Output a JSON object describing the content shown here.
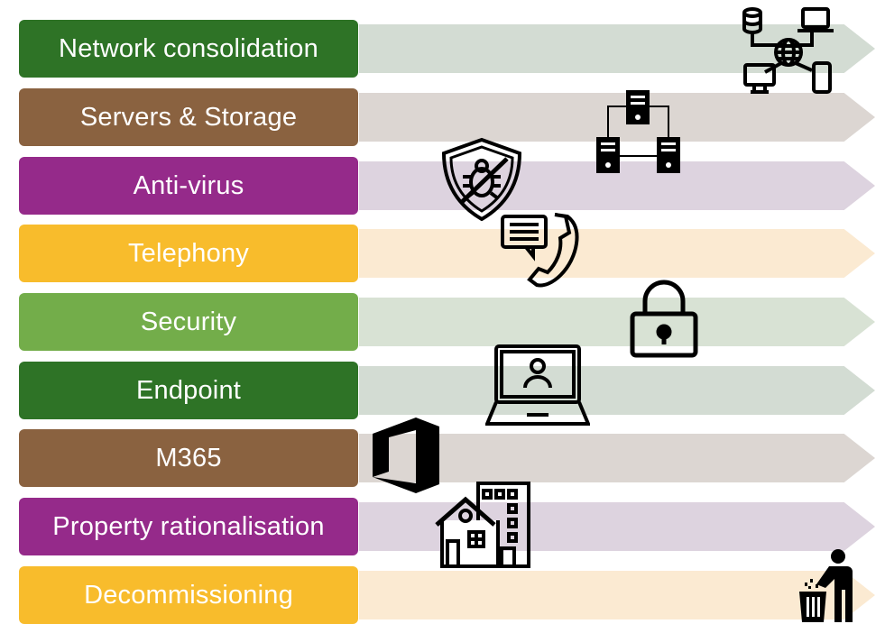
{
  "rows": [
    {
      "label": "Network consolidation",
      "color": "#2e7326",
      "arrow_color": "#d3dcd3",
      "icon": "network-globe-icon"
    },
    {
      "label": "Servers & Storage",
      "color": "#8a6240",
      "arrow_color": "#dcd6d2",
      "icon": "server-cluster-icon"
    },
    {
      "label": "Anti-virus",
      "color": "#952a8a",
      "arrow_color": "#ddd3df",
      "icon": "bug-shield-icon"
    },
    {
      "label": "Telephony",
      "color": "#f8bc2c",
      "arrow_color": "#fbead2",
      "icon": "phone-chat-icon"
    },
    {
      "label": "Security",
      "color": "#73ad4a",
      "arrow_color": "#d8e2d4",
      "icon": "padlock-icon"
    },
    {
      "label": "Endpoint",
      "color": "#2e7326",
      "arrow_color": "#d3dcd3",
      "icon": "laptop-user-icon"
    },
    {
      "label": "M365",
      "color": "#8a6240",
      "arrow_color": "#dcd6d2",
      "icon": "office-logo-icon"
    },
    {
      "label": "Property rationalisation",
      "color": "#952a8a",
      "arrow_color": "#ddd3df",
      "icon": "buildings-icon"
    },
    {
      "label": "Decommissioning",
      "color": "#f8bc2c",
      "arrow_color": "#fbead2",
      "icon": "trash-disposal-icon"
    }
  ]
}
